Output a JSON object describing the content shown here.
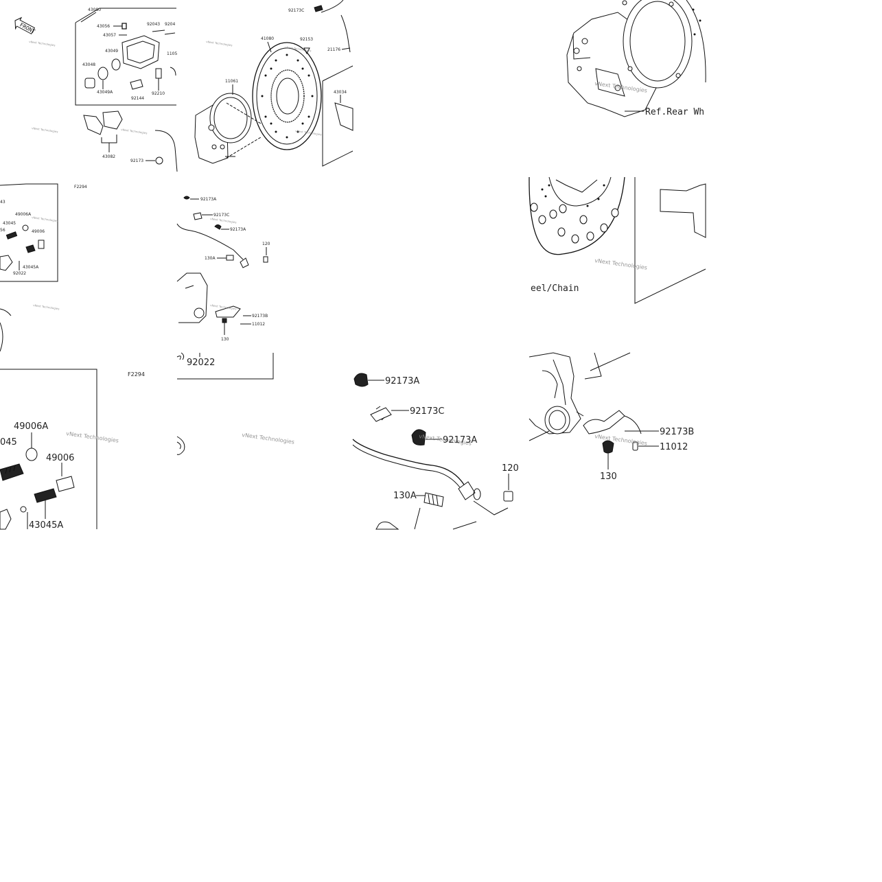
{
  "tile_a": {
    "front_badge": "FRONT",
    "labels": {
      "p43080": "43080",
      "p43056": "43056",
      "p43057": "43057",
      "p92043": "92043",
      "p92043b": "9204",
      "p43049": "43049",
      "p11055": "1105",
      "p43048": "43048",
      "p43049a": "43049A",
      "p92210": "92210",
      "p92144": "92144",
      "p43082": "43082",
      "p92173": "92173",
      "p92173c": "92173C",
      "p92153": "92153",
      "p41080": "41080",
      "p21176": "21176",
      "p11061": "11061",
      "p43034": "43034",
      "ref": "Ref.Rear Wheel/Chain"
    }
  },
  "tile_b": {
    "ref": "Ref.Rear Wh"
  },
  "tile_c": {
    "labels": {
      "p43": "43",
      "p49006a": "49006A",
      "p43045": "43045",
      "p56": "56",
      "p49006": "49006",
      "p43045a": "43045A",
      "p92022": "92022"
    },
    "figure": "F2294"
  },
  "tile_d": {
    "labels": {
      "p92173a_1": "92173A",
      "p92173c": "92173C",
      "p92173a_2": "92173A",
      "p120": "120",
      "p130a": "130A",
      "p92173b": "92173B",
      "p11012": "11012",
      "p130": "130"
    }
  },
  "tile_e": {
    "ref": "eel/Chain"
  },
  "tile_f": {
    "figure": "F2294",
    "labels": {
      "p49006a": "49006A",
      "p045": "045",
      "p49006": "49006",
      "p43045a": "43045A"
    }
  },
  "tile_g": {
    "label": "92022"
  },
  "tile_h": {
    "labels": {
      "p92173a_1": "92173A",
      "p92173c": "92173C",
      "p92173a_2": "92173A",
      "p120": "120",
      "p130a": "130A"
    }
  },
  "tile_i": {
    "labels": {
      "p92173b": "92173B",
      "p11012": "11012",
      "p130": "130"
    }
  },
  "watermark": "vNext Technologies"
}
